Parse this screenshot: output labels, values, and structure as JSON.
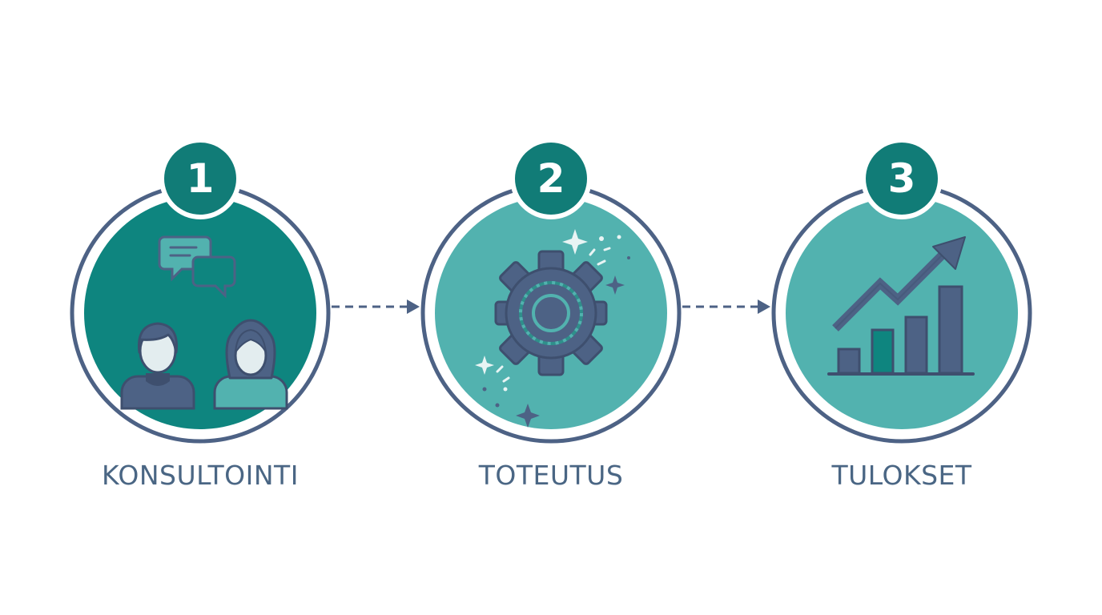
{
  "colors": {
    "dark_teal": "#0e857f",
    "light_teal": "#52b2af",
    "slate": "#4d6285",
    "label_text": "#4a6684",
    "badge_bg": "#117c77",
    "background": "#ffffff"
  },
  "steps": [
    {
      "number": "1",
      "label": "KONSULTOINTI",
      "icon": "consultation-people-chat-icon"
    },
    {
      "number": "2",
      "label": "TOTEUTUS",
      "icon": "gear-sparkles-icon"
    },
    {
      "number": "3",
      "label": "TULOKSET",
      "icon": "growth-bar-chart-arrow-icon"
    }
  ],
  "connectors": [
    {
      "style": "dashed-arrow",
      "from": "1",
      "to": "2"
    },
    {
      "style": "dashed-arrow",
      "from": "2",
      "to": "3"
    }
  ]
}
